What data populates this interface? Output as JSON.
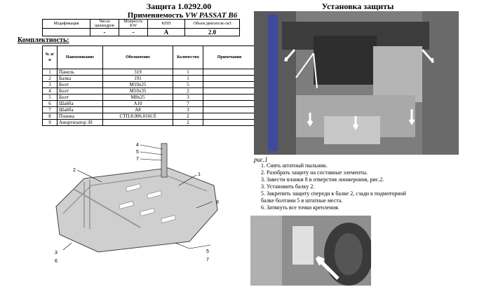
{
  "header": {
    "title": "Защита 1.0292.00",
    "subtitle_prefix": "Применяемость ",
    "subtitle_model": "VW PASSAT B6"
  },
  "spec_table": {
    "headers": [
      "Модификация",
      "Число цилиндров",
      "Мощность KW",
      "КПП",
      "Объем двигателя см3"
    ],
    "values": [
      "",
      "-",
      "-",
      "А",
      "2.0"
    ]
  },
  "kit": {
    "title": "Комплектность:",
    "headers": [
      "№ п/п",
      "Наименование",
      "Обозначение",
      "Количество",
      "Примечания"
    ],
    "rows": [
      [
        "1",
        "Панель",
        "319",
        "1",
        ""
      ],
      [
        "2",
        "Балка",
        "191",
        "1",
        ""
      ],
      [
        "3",
        "Болт",
        "М10х25",
        "5",
        ""
      ],
      [
        "4",
        "Болт",
        "М10х35",
        "2",
        ""
      ],
      [
        "5",
        "Болт",
        "М8х25",
        "3",
        ""
      ],
      [
        "6",
        "Шайба",
        "А10",
        "7",
        ""
      ],
      [
        "7",
        "Шайба",
        "А8",
        "3",
        ""
      ],
      [
        "8",
        "Планка",
        "СТП.8.006.016Сб",
        "2",
        ""
      ],
      [
        "9",
        "Амортизатор 30",
        "",
        "2",
        ""
      ]
    ]
  },
  "install": {
    "title": "Установка защиты",
    "fig_caption": "рис.1",
    "steps": [
      "1.  Снять штатный пыльник.",
      "2.  Разобрать защиту на составные элементы.",
      "3.  Завести планки 8  в отверстия лонжеронов, рис.2.",
      "3.  Установить балку 2.",
      "5.  Закрепить защиту спереди к балке 2, сзади к подмоторной",
      "      балке болтами 5 в штатные места.",
      "6.  Затянуть все точки крепления."
    ]
  },
  "diagram_labels": {
    "l4": "4",
    "l5a": "5",
    "l7a": "7",
    "l2": "2",
    "l1": "1",
    "l8": "8",
    "l3": "3",
    "l6": "6",
    "l5b": "5",
    "l7b": "7"
  }
}
